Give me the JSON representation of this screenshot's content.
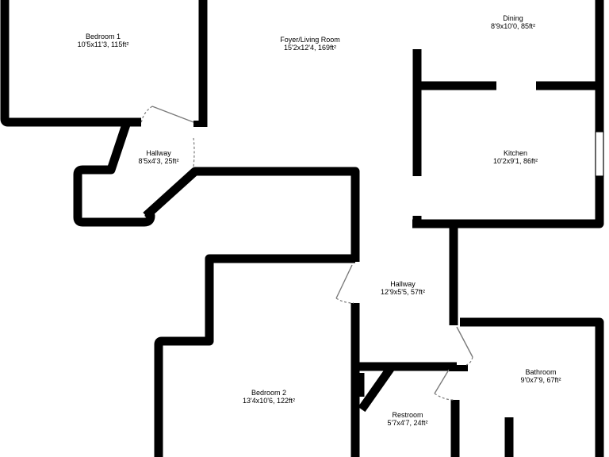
{
  "rooms": {
    "bedroom1": {
      "name": "Bedroom 1",
      "dimensions": "10'5x11'3, 115ft²"
    },
    "foyer": {
      "name": "Foyer/Living Room",
      "dimensions": "15'2x12'4, 169ft²"
    },
    "dining": {
      "name": "Dining",
      "dimensions": "8'9x10'0, 85ft²"
    },
    "hallway1": {
      "name": "Hallway",
      "dimensions": "8'5x4'3, 25ft²"
    },
    "kitchen": {
      "name": "Kitchen",
      "dimensions": "10'2x9'1, 86ft²"
    },
    "hallway2": {
      "name": "Hallway",
      "dimensions": "12'9x5'5, 57ft²"
    },
    "bathroom": {
      "name": "Bathroom",
      "dimensions": "9'0x7'9, 67ft²"
    },
    "bedroom2": {
      "name": "Bedroom 2",
      "dimensions": "13'4x10'6, 122ft²"
    },
    "restroom": {
      "name": "Restroom",
      "dimensions": "5'7x4'7, 24ft²"
    }
  },
  "colors": {
    "wall": "#000000",
    "door": "#7a7a7a",
    "background": "#ffffff"
  }
}
